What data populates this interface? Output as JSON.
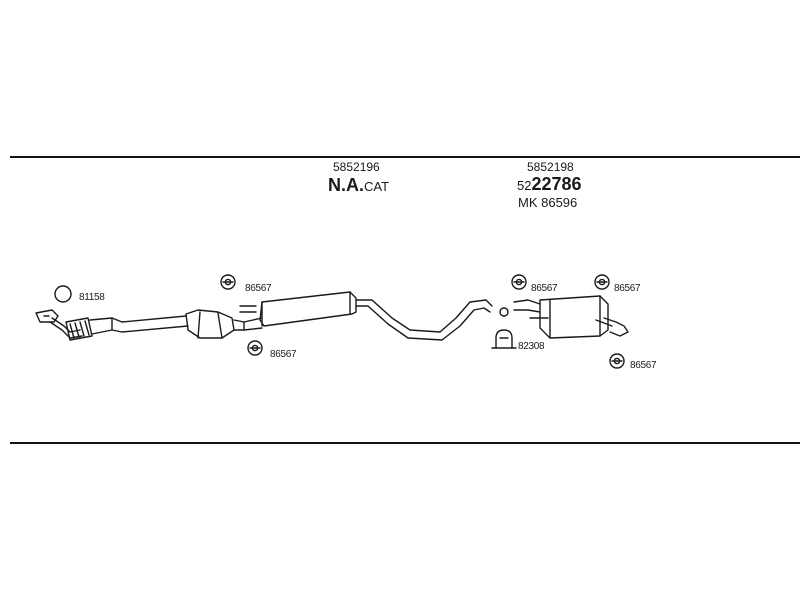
{
  "headers": {
    "left": {
      "code": "5852196",
      "cat_bold": "N.A.",
      "cat_text": "CAT"
    },
    "right": {
      "code": "5852198",
      "main_prefix": "52",
      "main_bold": "22786",
      "mk_label": "MK 86596"
    }
  },
  "parts": {
    "p81158": "81158",
    "p86567_a": "86567",
    "p86567_b": "86567",
    "p86567_c": "86567",
    "p86567_d": "86567",
    "p86567_e": "86567",
    "p82308": "82308"
  },
  "icons": {
    "gasket": "gasket-ring-icon",
    "hanger": "rubber-hanger-icon",
    "clamp": "u-clamp-icon"
  }
}
